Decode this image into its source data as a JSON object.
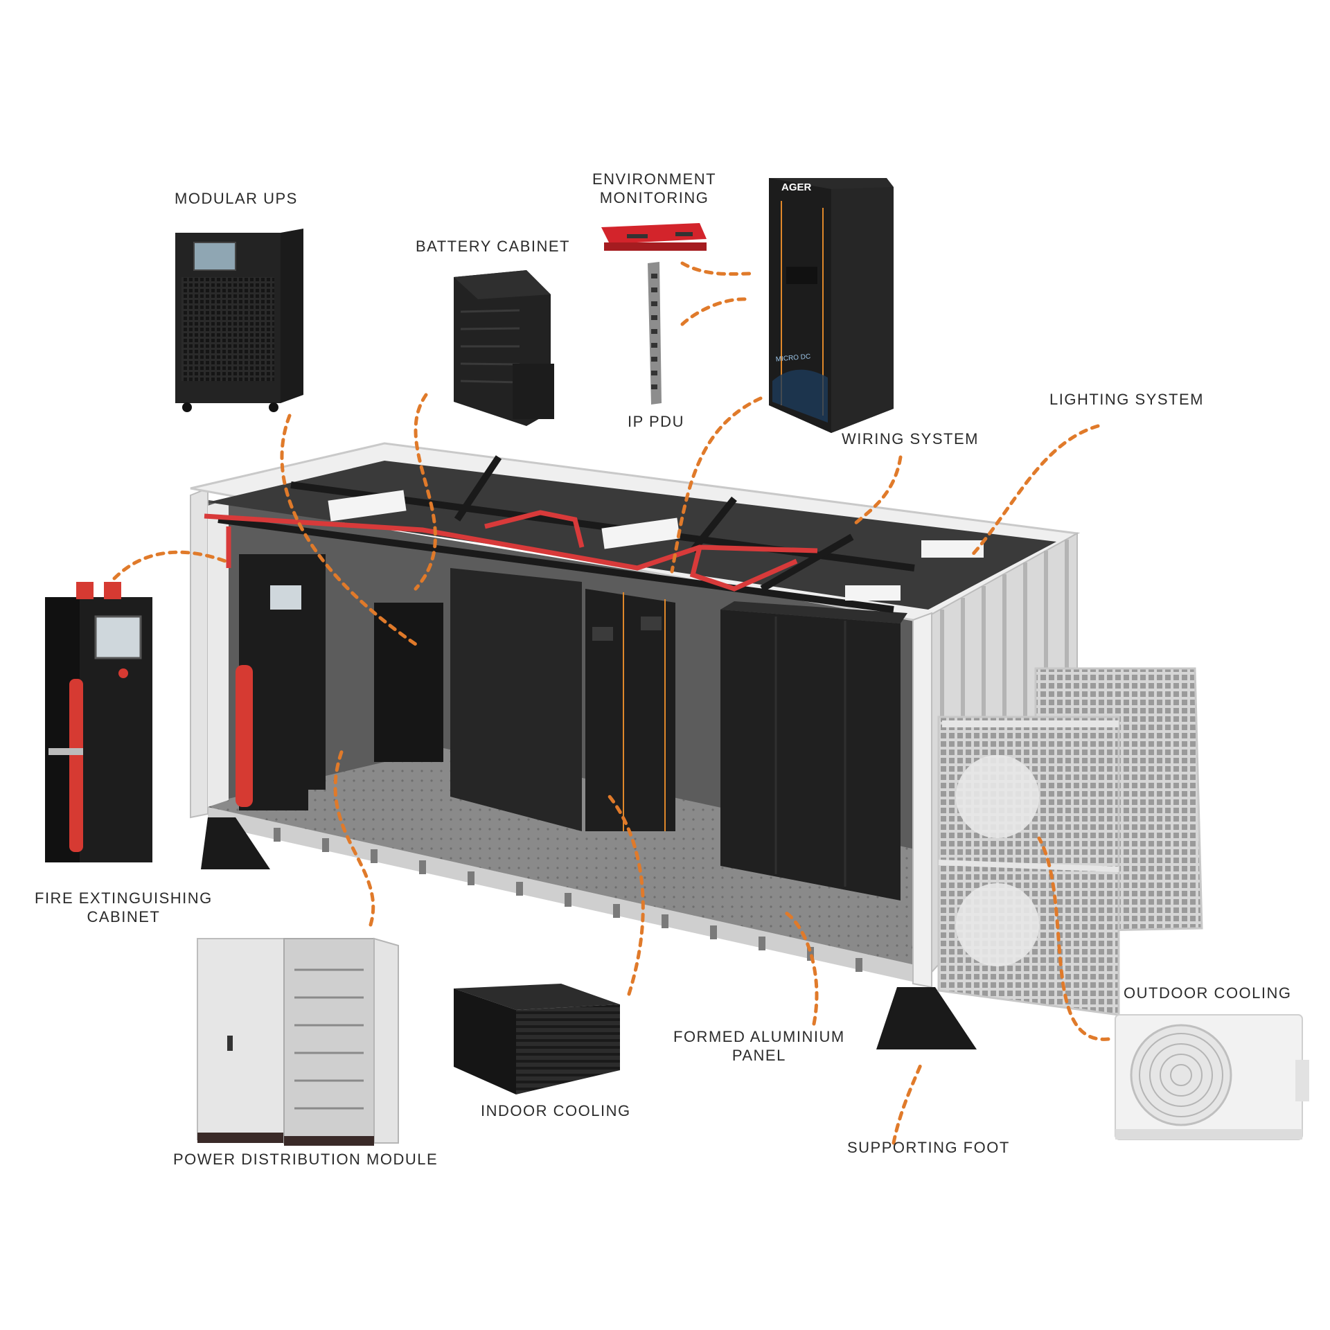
{
  "labels": {
    "modular_ups": "MODULAR UPS",
    "battery_cabinet": "BATTERY CABINET",
    "environment_monitoring_line1": "ENVIRONMENT",
    "environment_monitoring_line2": "MONITORING",
    "ip_pdu": "IP PDU",
    "wiring_system": "WIRING SYSTEM",
    "lighting_system": "LIGHTING SYSTEM",
    "fire_extinguishing_line1": "FIRE EXTINGUISHING",
    "fire_extinguishing_line2": "CABINET",
    "power_distribution_module": "POWER DISTRIBUTION MODULE",
    "indoor_cooling": "INDOOR COOLING",
    "formed_aluminium_line1": "FORMED ALUMINIUM",
    "formed_aluminium_line2": "PANEL",
    "supporting_foot": "SUPPORTING FOOT",
    "outdoor_cooling": "OUTDOOR COOLING"
  },
  "branding": {
    "rack_logo": "AGER",
    "rack_model": "MICRO DC"
  },
  "colors": {
    "leader_line": "#e07a2a",
    "piping": "#d83a3a",
    "equipment": "#1f1f1f",
    "container_frame": "#d8d8d8",
    "extinguisher": "#d63a32",
    "monitor_red": "#d3242b"
  }
}
